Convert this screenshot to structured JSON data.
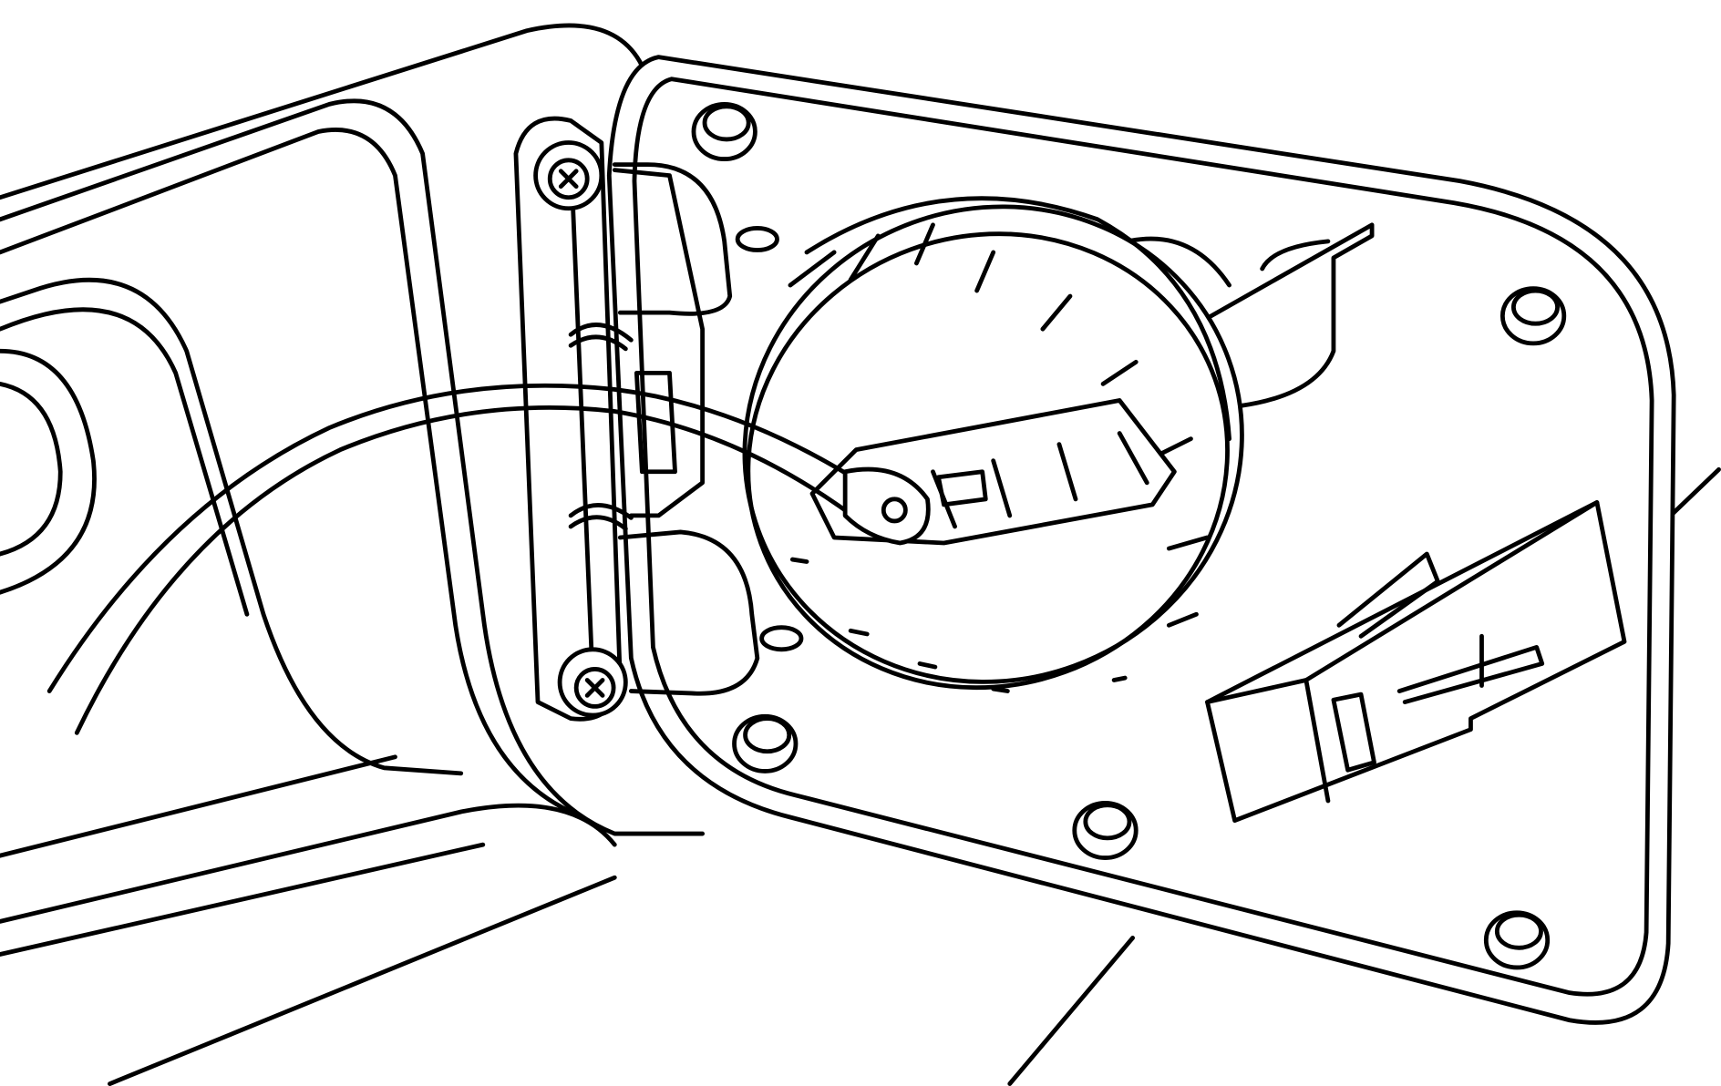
{
  "figure": {
    "colors": {
      "line": "#000000",
      "background": "#ffffff"
    },
    "components": [
      "body-panel",
      "fuel-door",
      "hinge",
      "hinge-screw",
      "fuel-cap",
      "cap-tether",
      "door-bumper",
      "latch-striker"
    ]
  }
}
